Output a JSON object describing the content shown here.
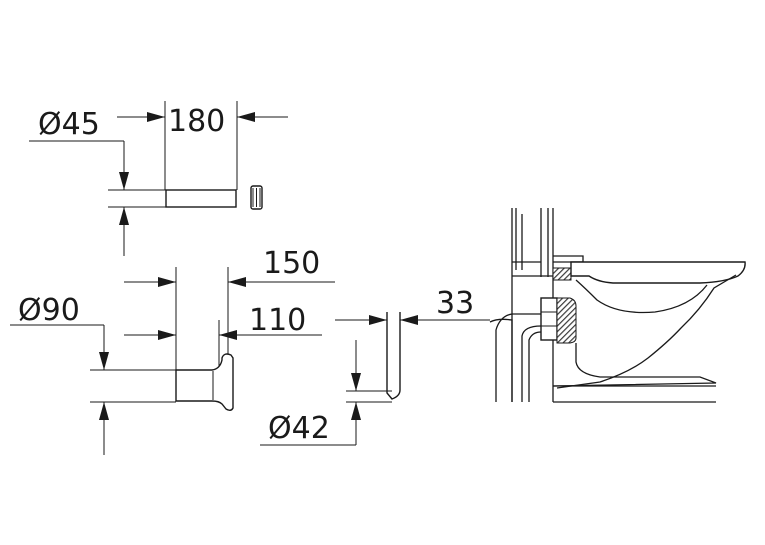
{
  "dimensions": {
    "dia_45": "Ø45",
    "len_180": "180",
    "len_150": "150",
    "dia_90": "Ø90",
    "len_110": "110",
    "len_33": "33",
    "dia_42": "Ø42"
  },
  "colors": {
    "line": "#1a1a1a",
    "hatch": "#3a3a3a",
    "background": "#ffffff"
  }
}
